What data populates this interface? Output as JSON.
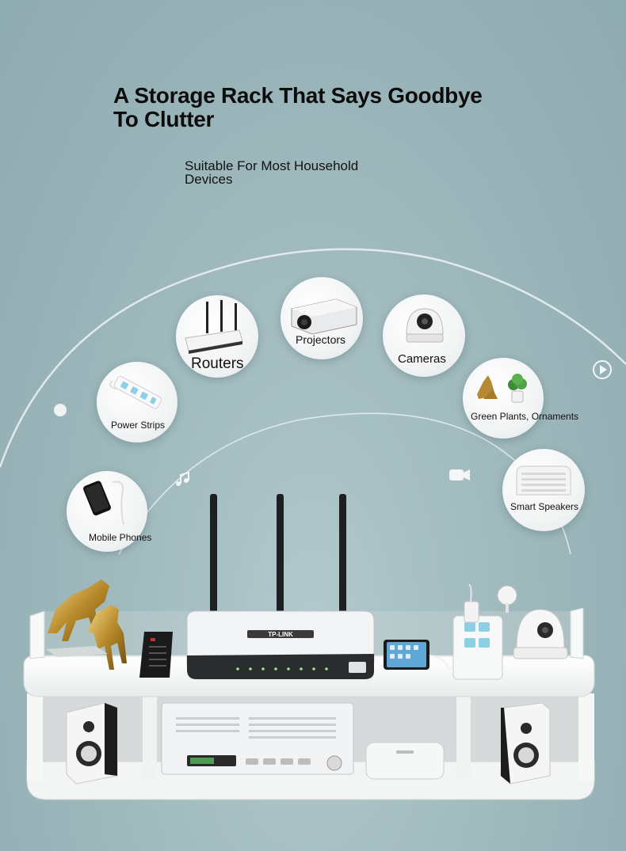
{
  "headline": {
    "line1": "A Storage Rack That Says Goodbye",
    "line2": "To Clutter"
  },
  "subheadline": {
    "line1": "Suitable For Most Household",
    "line2": "Devices"
  },
  "devices": [
    {
      "label": "Mobile Phones",
      "icon": "phone-icon"
    },
    {
      "label": "Power Strips",
      "icon": "power-strip-icon"
    },
    {
      "label": "Routers",
      "icon": "router-icon"
    },
    {
      "label": "Projectors",
      "icon": "projector-icon"
    },
    {
      "label": "Cameras",
      "icon": "camera-icon"
    },
    {
      "label": "Green Plants, Ornaments",
      "icon": "plant-ornament-icon"
    },
    {
      "label": "Smart Speakers",
      "icon": "smart-speaker-icon"
    }
  ],
  "product": {
    "router_brand": "TP-LINK"
  }
}
